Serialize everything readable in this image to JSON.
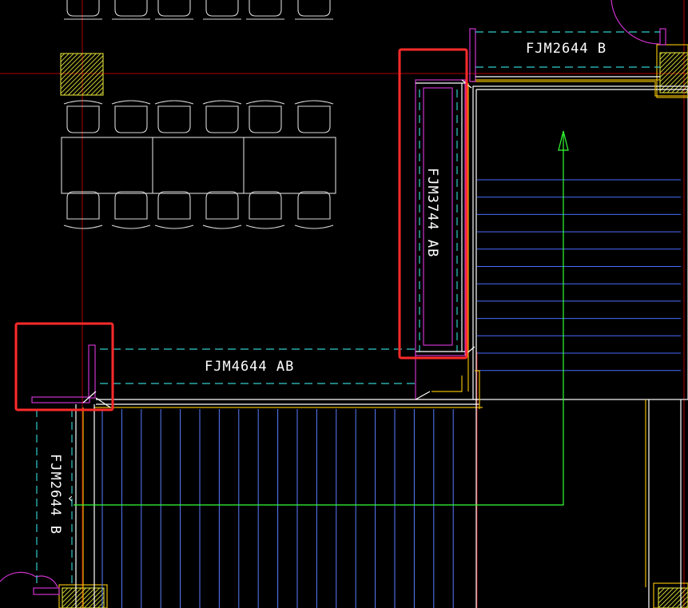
{
  "drawing": {
    "title": "",
    "colors": {
      "background": "#000000",
      "wall": "#ffffff",
      "door_frame": "#cc33cc",
      "door_leaf_dashed": "#33cccc",
      "stair_tread": "#4a6cff",
      "stair_tread_light": "#5a7cff",
      "stair_direction": "#33ff33",
      "axis_line": "#b00000",
      "column_hatch": "#cccc33",
      "slab_edge": "#e6b800",
      "highlight_box": "#ff2a2a",
      "furniture": "#d8d8d8"
    },
    "door_tags": [
      {
        "id": "door-top-right",
        "label": "FJM2644 B",
        "orientation": "horizontal"
      },
      {
        "id": "door-vertical-center",
        "label": "FJM3744 AB",
        "orientation": "vertical"
      },
      {
        "id": "door-middle-horizontal",
        "label": "FJM4644 AB",
        "orientation": "horizontal"
      },
      {
        "id": "door-left-vertical",
        "label": "FJM2644 B",
        "orientation": "vertical"
      }
    ],
    "stair_arrow_glyph": "^"
  }
}
